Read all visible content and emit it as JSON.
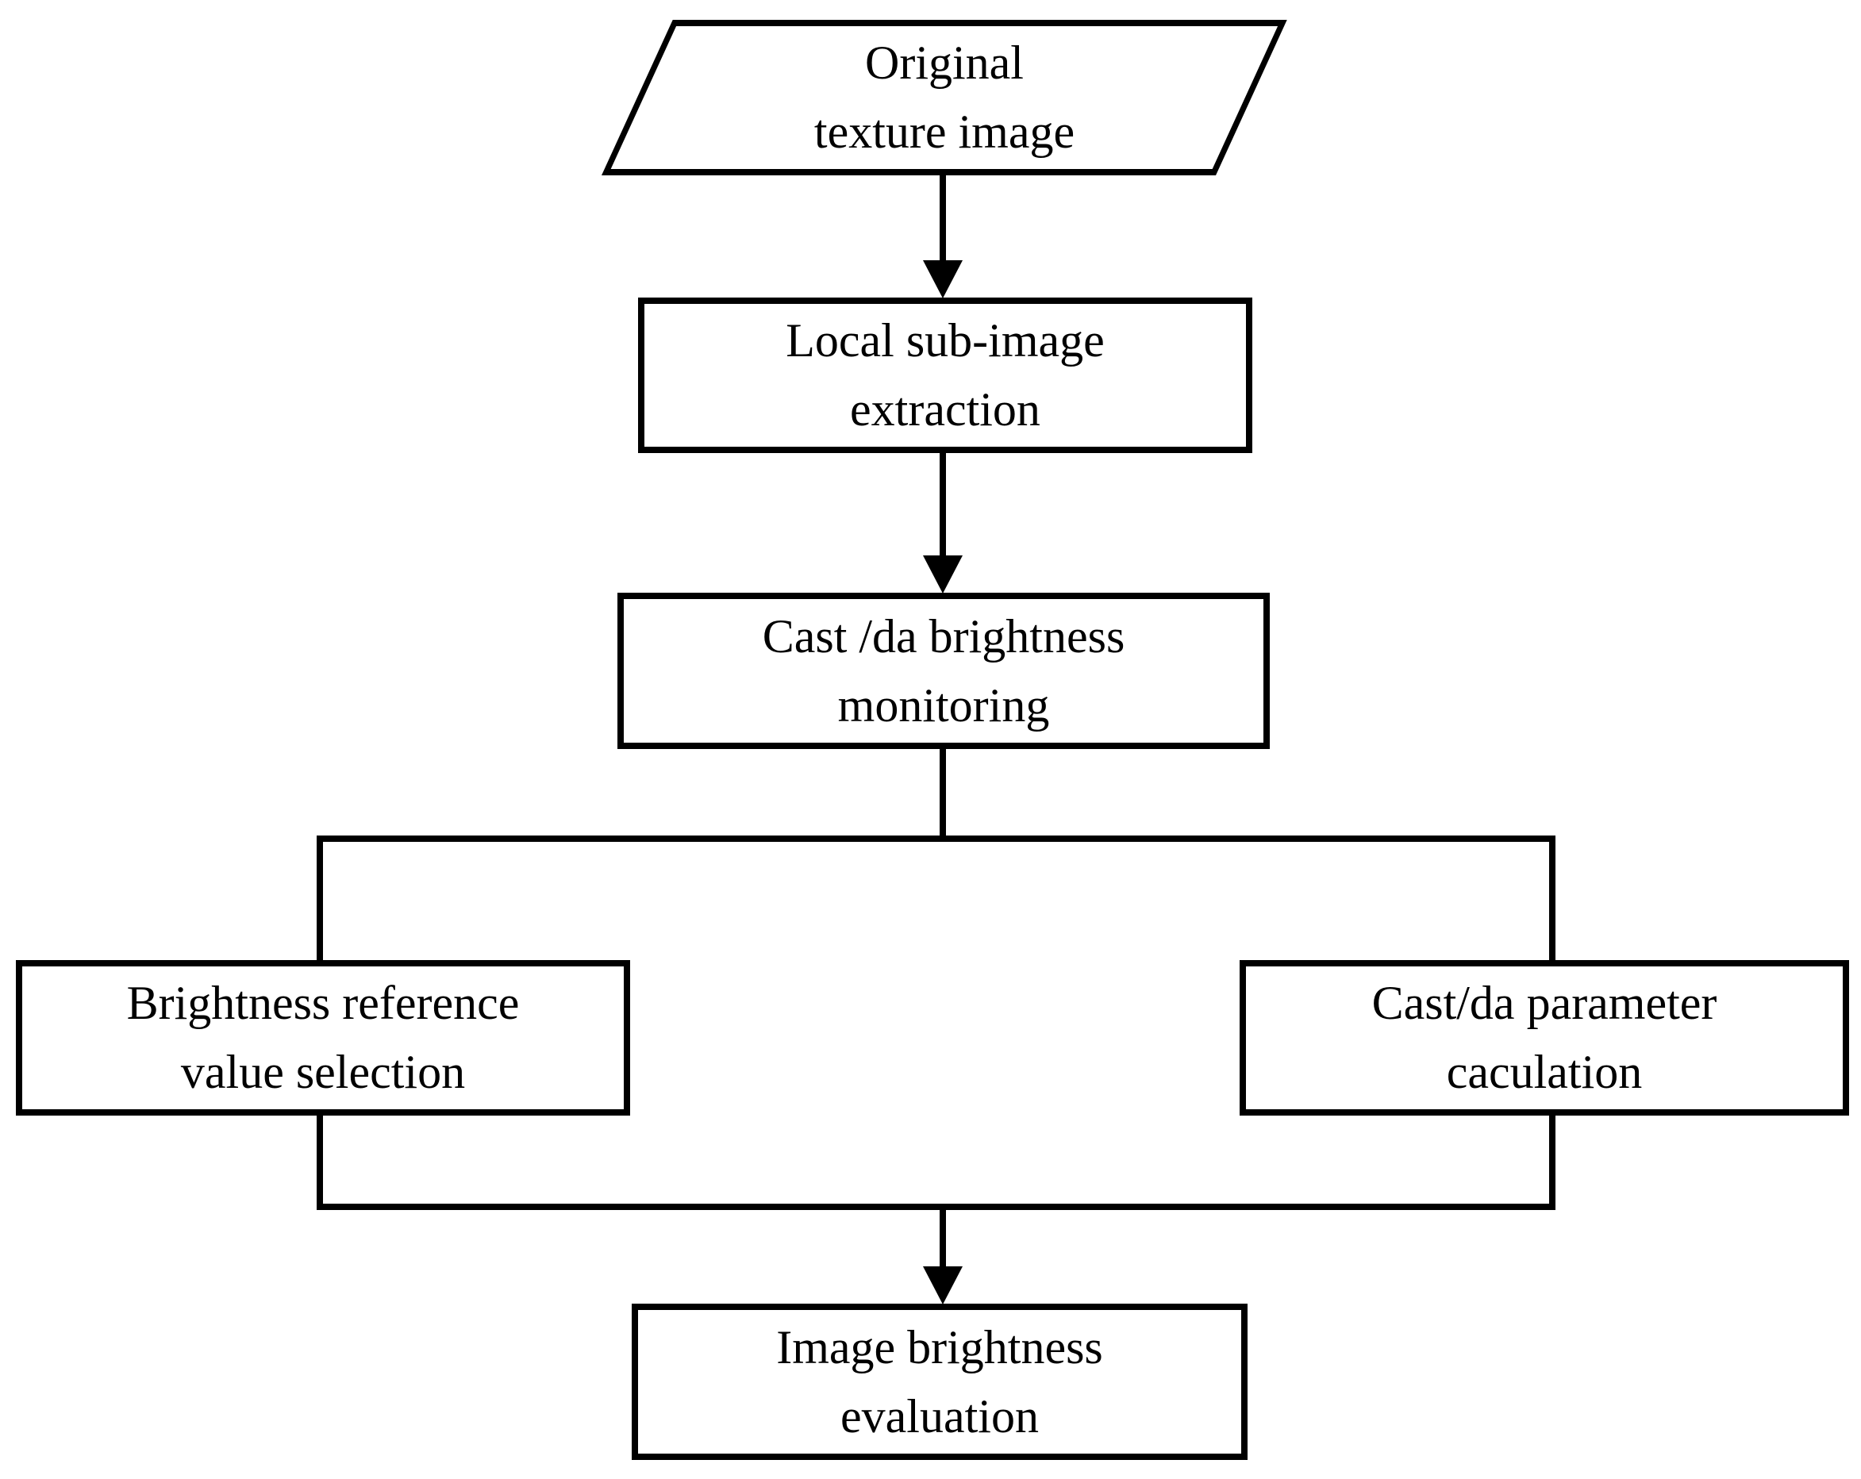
{
  "diagram": {
    "background_color": "#ffffff",
    "stroke_color": "#000000",
    "nodes": {
      "original_texture_image": {
        "shape": "parallelogram",
        "label": "Original\ntexture image"
      },
      "local_subimage_extraction": {
        "shape": "rectangle",
        "label": "Local sub-image\nextraction"
      },
      "cast_da_brightness_monitoring": {
        "shape": "rectangle",
        "label": "Cast /da brightness\nmonitoring"
      },
      "brightness_reference_value_selection": {
        "shape": "rectangle",
        "label": "Brightness reference\nvalue selection"
      },
      "cast_da_parameter_caculation": {
        "shape": "rectangle",
        "label": "Cast/da parameter\ncaculation"
      },
      "image_brightness_evaluation": {
        "shape": "rectangle",
        "label": "Image brightness\nevaluation"
      }
    },
    "edges": [
      {
        "from": "original_texture_image",
        "to": "local_subimage_extraction",
        "arrow": true
      },
      {
        "from": "local_subimage_extraction",
        "to": "cast_da_brightness_monitoring",
        "arrow": true
      },
      {
        "from": "cast_da_brightness_monitoring",
        "to": "brightness_reference_value_selection",
        "arrow": false
      },
      {
        "from": "cast_da_brightness_monitoring",
        "to": "cast_da_parameter_caculation",
        "arrow": false
      },
      {
        "from": "brightness_reference_value_selection",
        "to": "image_brightness_evaluation",
        "arrow": true
      },
      {
        "from": "cast_da_parameter_caculation",
        "to": "image_brightness_evaluation",
        "arrow": true
      }
    ]
  }
}
